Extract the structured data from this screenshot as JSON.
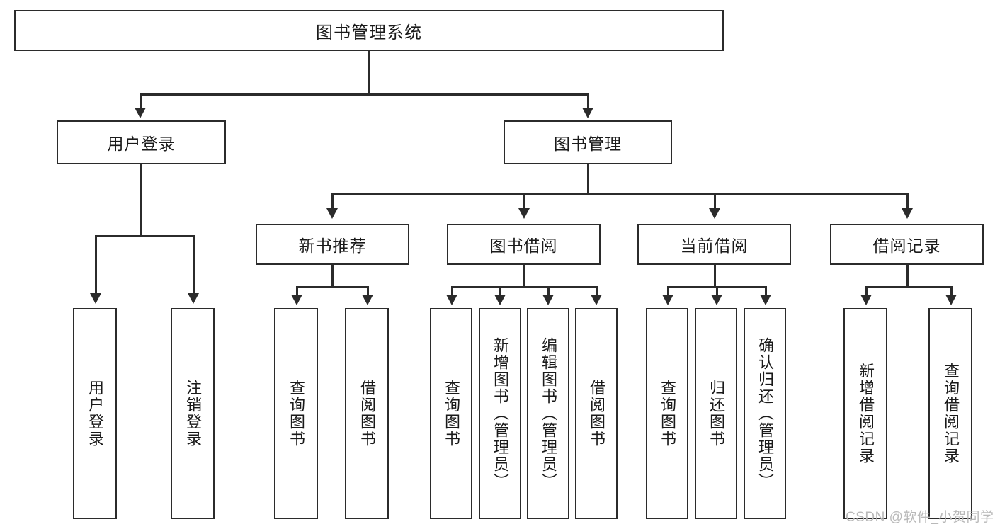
{
  "diagram": {
    "title": "图书管理系统",
    "type": "hierarchy-tree",
    "root": {
      "label": "图书管理系统"
    },
    "level2": [
      {
        "id": "user-login",
        "label": "用户登录"
      },
      {
        "id": "book-management",
        "label": "图书管理"
      }
    ],
    "level3": [
      {
        "id": "new-book-recommend",
        "label": "新书推荐",
        "parent": "book-management"
      },
      {
        "id": "book-borrow",
        "label": "图书借阅",
        "parent": "book-management"
      },
      {
        "id": "current-borrow",
        "label": "当前借阅",
        "parent": "book-management"
      },
      {
        "id": "borrow-record",
        "label": "借阅记录",
        "parent": "book-management"
      }
    ],
    "leaves": {
      "user_login": [
        {
          "id": "leaf-user-login",
          "label": "用户登录"
        },
        {
          "id": "leaf-logout-login",
          "label": "注销登录"
        }
      ],
      "new_book_recommend": [
        {
          "id": "leaf-query-book-1",
          "label": "查询图书"
        },
        {
          "id": "leaf-borrow-book-1",
          "label": "借阅图书"
        }
      ],
      "book_borrow": [
        {
          "id": "leaf-query-book-2",
          "label": "查询图书"
        },
        {
          "id": "leaf-add-book",
          "label": "新增图书（管理员）"
        },
        {
          "id": "leaf-edit-book",
          "label": "编辑图书（管理员）"
        },
        {
          "id": "leaf-borrow-book-2",
          "label": "借阅图书"
        }
      ],
      "current_borrow": [
        {
          "id": "leaf-query-book-3",
          "label": "查询图书"
        },
        {
          "id": "leaf-return-book",
          "label": "归还图书"
        },
        {
          "id": "leaf-confirm-return",
          "label": "确认归还（管理员）"
        }
      ],
      "borrow_record": [
        {
          "id": "leaf-add-record",
          "label": "新增借阅记录"
        },
        {
          "id": "leaf-query-record",
          "label": "查询借阅记录"
        }
      ]
    }
  },
  "watermark": {
    "text": "CSDN @软件_小贺同学"
  },
  "colors": {
    "stroke": "#2b2b2b",
    "text": "#1a1a1a",
    "background": "#ffffff",
    "watermark": "#b9b9b9"
  }
}
